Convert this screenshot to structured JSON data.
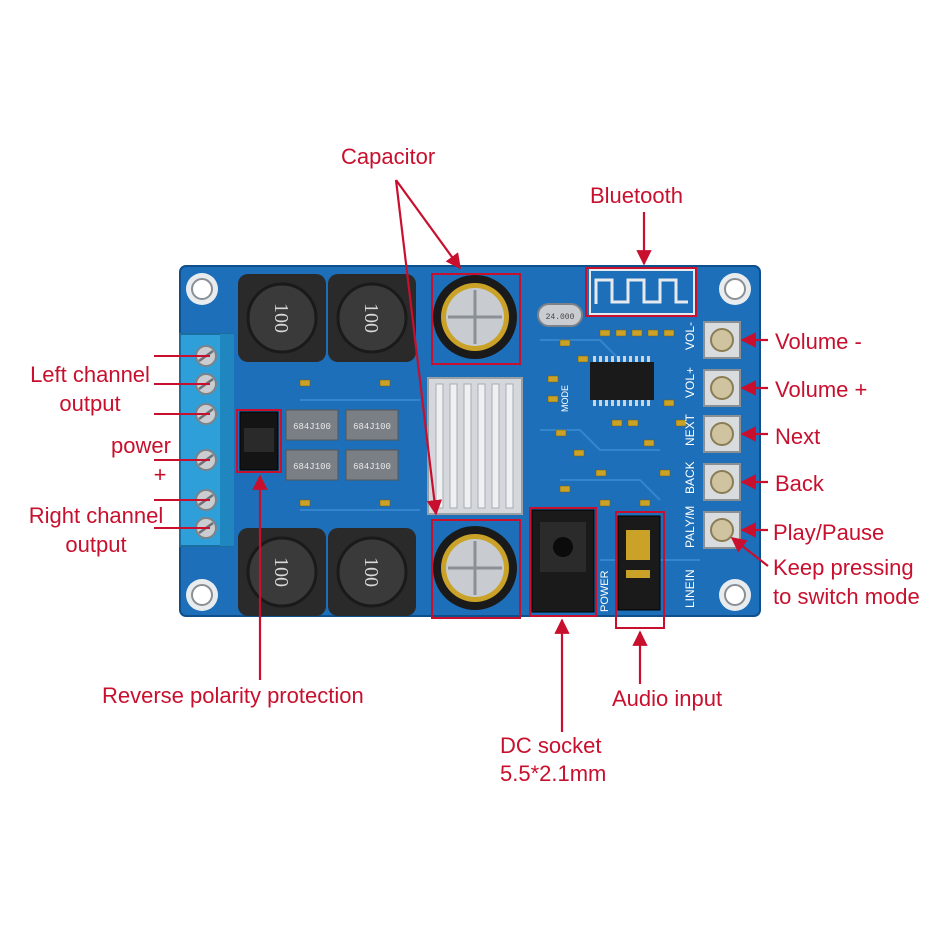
{
  "colors": {
    "annotation": "#c8102e",
    "pcb": "#1c6fb8",
    "pcb_dark": "#0f4f8c",
    "terminal": "#2e9fd8",
    "heatsink": "#d4d8dc",
    "capacitor_body": "#1a1a1a"
  },
  "labels": {
    "capacitor": "Capacitor",
    "bluetooth": "Bluetooth",
    "left_channel_line1": "Left channel",
    "left_channel_line2": "output",
    "power_minus": "-",
    "power": "power",
    "power_plus": "+",
    "right_channel_line1": "Right channel",
    "right_channel_line2": "output",
    "volume_minus": "Volume -",
    "volume_plus": "Volume +",
    "next": "Next",
    "back": "Back",
    "play_pause": "Play/Pause",
    "keep_pressing_line1": "Keep pressing",
    "keep_pressing_line2": "to switch mode",
    "reverse_polarity": "Reverse polarity protection",
    "audio_input": "Audio input",
    "dc_socket_line1": "DC socket",
    "dc_socket_line2": "5.5*2.1mm"
  },
  "board": {
    "inductor_marking": "100",
    "chip_marking_1": "684J100",
    "chip_marking_2": "684J100",
    "chip_marking_3": "684J100",
    "chip_marking_4": "684J100",
    "silk_vol_minus": "VOL-",
    "silk_vol_plus": "VOL+",
    "silk_next": "NEXT",
    "silk_back": "BACK",
    "silk_mode": "PALY/M",
    "silk_linein": "LINEIN",
    "silk_power": "POWER",
    "silk_mode_small": "MODE",
    "crystal_marking": "24.000"
  }
}
